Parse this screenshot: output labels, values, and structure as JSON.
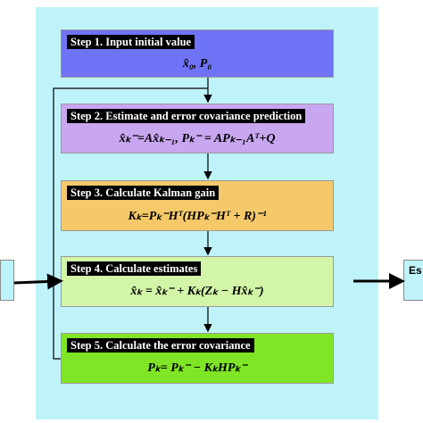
{
  "steps": [
    {
      "header": "Step 1. Input initial value",
      "equation": "x̂₀, P₀",
      "color": "#6f73f5"
    },
    {
      "header": "Step 2. Estimate and error covariance prediction",
      "equation": "x̂ₖ⁻=Ax̂ₖ₋₁, Pₖ⁻ = APₖ₋₁Aᵀ+Q",
      "color": "#c8a6f0"
    },
    {
      "header": "Step 3. Calculate Kalman gain",
      "equation": "Kₖ=Pₖ⁻Hᵀ(HPₖ⁻Hᵀ + R)⁻¹",
      "color": "#f5c96a"
    },
    {
      "header": "Step 4. Calculate estimates",
      "equation": "x̂ₖ = x̂ₖ⁻ + Kₖ(Zₖ − Hx̂ₖ⁻)",
      "color": "#d2f5a8"
    },
    {
      "header": "Step 5. Calculate the error covariance",
      "equation": "Pₖ= Pₖ⁻ − KₖHPₖ⁻",
      "color": "#7fe626"
    }
  ],
  "right_label": "Es",
  "colors": {
    "panel": "#bff3fa",
    "arrow": "#000000"
  }
}
